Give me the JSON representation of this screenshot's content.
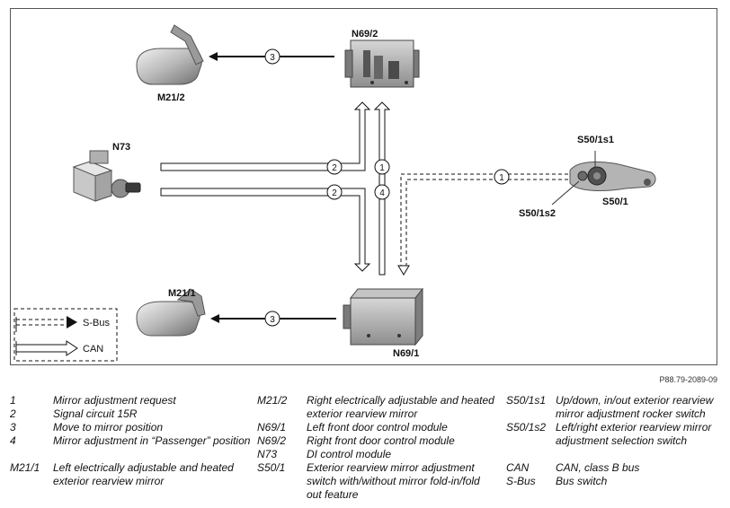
{
  "components": {
    "m21_2": "M21/2",
    "n69_2": "N69/2",
    "n73": "N73",
    "s50_1s1": "S50/1s1",
    "s50_1s2": "S50/1s2",
    "s50_1": "S50/1",
    "m21_1": "M21/1",
    "n69_1": "N69/1"
  },
  "signal_markers": {
    "top_mirror": "3",
    "upper_hline": "2",
    "lower_hline": "2",
    "vertical_up": "1",
    "vertical_down": "4",
    "sbus": "1",
    "bottom_mirror": "3"
  },
  "diagram_legend": {
    "sbus": "S-Bus",
    "can": "CAN"
  },
  "figure_ref": "P88.79-2089-09",
  "legend": {
    "col1": [
      {
        "code": "1",
        "desc": "Mirror adjustment request"
      },
      {
        "code": "2",
        "desc": "Signal circuit 15R"
      },
      {
        "code": "3",
        "desc": "Move to mirror position"
      },
      {
        "code": "4",
        "desc": "Mirror adjustment in “Passenger” position"
      },
      {
        "code": "M21/1",
        "desc": "Left electrically adjustable and heated exterior rearview mirror"
      }
    ],
    "col2": [
      {
        "code": "M21/2",
        "desc": "Right electrically adjustable and heated exterior rearview mirror"
      },
      {
        "code": "N69/1",
        "desc": "Left front door control module"
      },
      {
        "code": "N69/2",
        "desc": "Right front door control module"
      },
      {
        "code": "N73",
        "desc": "DI control module"
      },
      {
        "code": "S50/1",
        "desc": "Exterior rearview mirror adjustment switch with/without mirror fold-in/fold out feature"
      }
    ],
    "col3": [
      {
        "code": "S50/1s1",
        "desc": "Up/down, in/out exterior rearview mirror adjustment rocker switch"
      },
      {
        "code": "S50/1s2",
        "desc": "Left/right exterior rearview mirror adjustment selection switch"
      },
      {
        "code": "CAN",
        "desc": "CAN, class B bus"
      },
      {
        "code": "S-Bus",
        "desc": "Bus switch"
      }
    ]
  }
}
